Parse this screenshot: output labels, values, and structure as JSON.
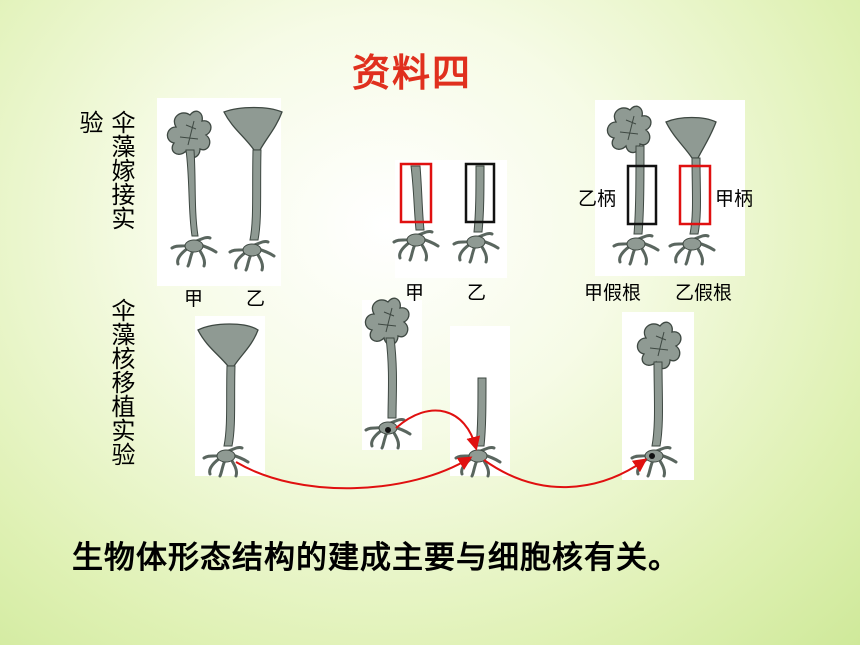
{
  "slide": {
    "title": "资料四",
    "grafting_label_main": "伞藻嫁接实",
    "grafting_label_tail": "验",
    "transplant_label": "伞藻核移植实验",
    "labels": {
      "panel1_left": "甲",
      "panel1_right": "乙",
      "panel2_left": "甲",
      "panel2_right": "乙",
      "panel3_stalk_left": "乙柄",
      "panel3_stalk_right": "甲柄",
      "panel3_root_left": "甲假根",
      "panel3_root_right": "乙假根"
    },
    "conclusion": "生物体形态结构的建成主要与细胞核有关。"
  },
  "colors": {
    "title": "#e0301e",
    "alga": "#8f9a93",
    "alga_dark": "#5a665f",
    "arrow": "#e01010",
    "box_red": "#e01010",
    "box_black": "#111111"
  },
  "icons": [
    "umbrella-alga-cap-icon",
    "umbrella-alga-frilly-cap-icon",
    "rhizoid-icon",
    "arrow-icon"
  ]
}
